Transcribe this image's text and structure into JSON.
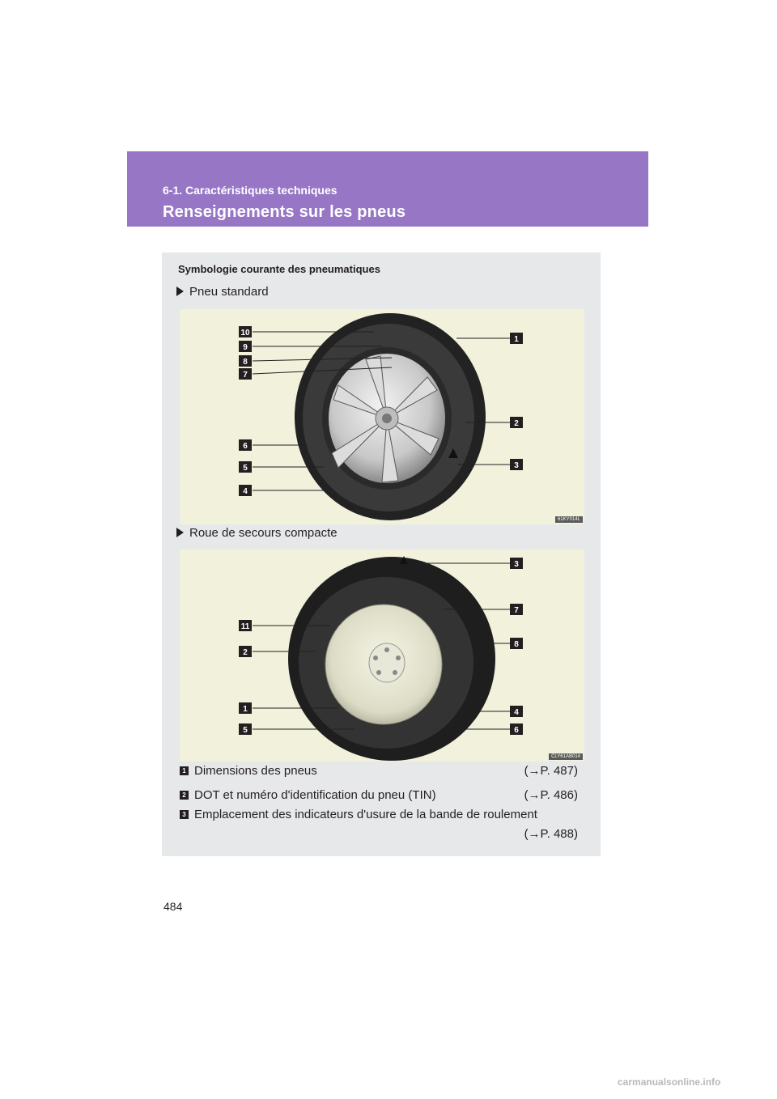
{
  "header": {
    "section": "6-1. Caractéristiques techniques",
    "title": "Renseignements sur les pneus"
  },
  "panel": {
    "heading": "Symbologie courante des pneumatiques",
    "figure1": {
      "label": "Pneu standard",
      "code": "61KY014L",
      "callouts_left": [
        "10",
        "9",
        "8",
        "7",
        "6",
        "5",
        "4"
      ],
      "callouts_right": [
        "1",
        "2",
        "3"
      ]
    },
    "figure2": {
      "label": "Roue de secours compacte",
      "code": "CLY61AB014",
      "callouts_left": [
        "11",
        "2",
        "1",
        "5"
      ],
      "callouts_right": [
        "3",
        "7",
        "8",
        "4",
        "6"
      ]
    },
    "items": [
      {
        "num": "1",
        "text": "Dimensions des pneus",
        "ref": "(→P. 487)"
      },
      {
        "num": "2",
        "text": "DOT et numéro d'identification du pneu (TIN)",
        "ref": "(→P. 486)"
      },
      {
        "num": "3",
        "text": "Emplacement des indicateurs d'usure de la bande de roulement",
        "ref": "(→P. 488)"
      }
    ]
  },
  "page_number": "484",
  "watermark": "carmanualsonline.info"
}
